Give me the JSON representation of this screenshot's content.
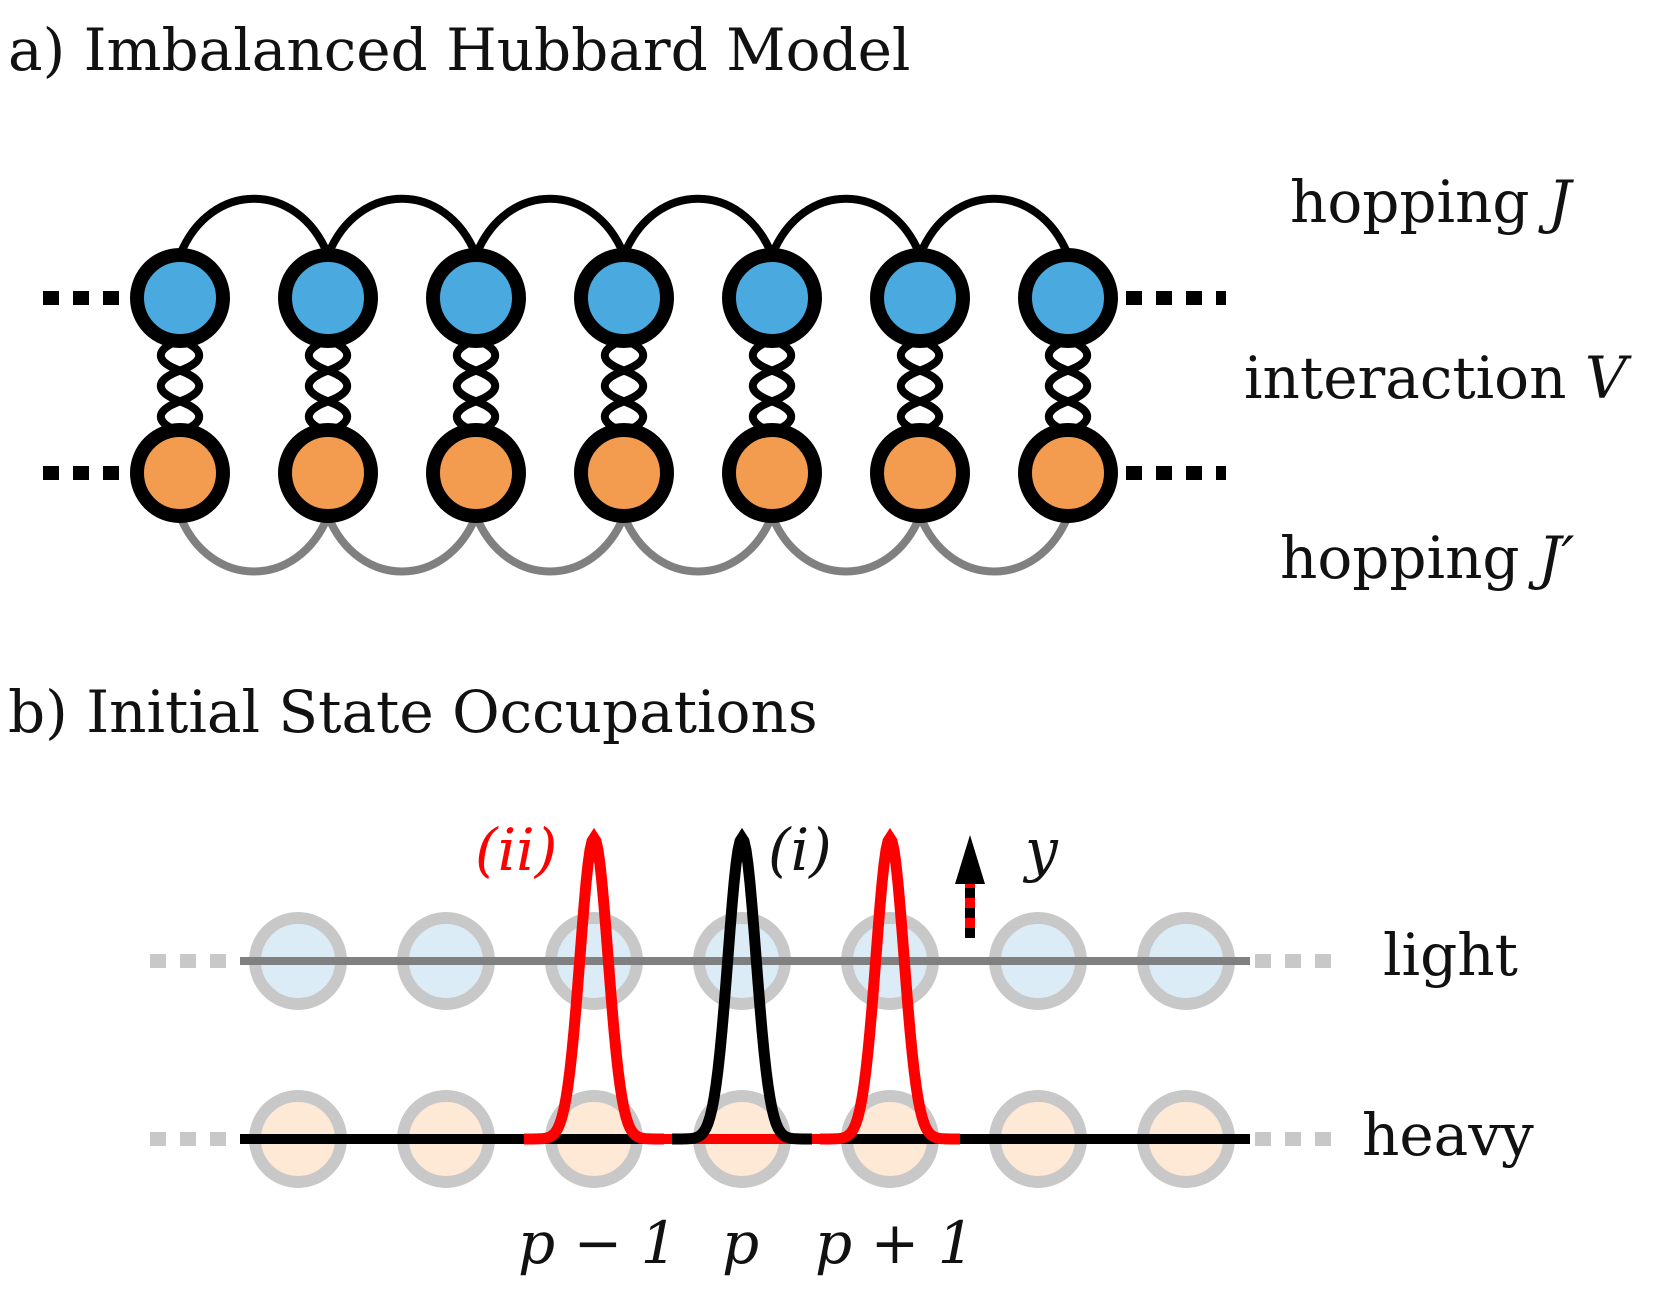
{
  "panel_a": {
    "title": "a) Imbalanced Hubbard Model",
    "hopping_j_label": "hopping",
    "hopping_j_symbol": "J",
    "interaction_label": "interaction",
    "interaction_symbol": "V",
    "hopping_jprime_label": "hopping",
    "hopping_jprime_symbol": "J′",
    "site_count": 7,
    "colors": {
      "light_site": "#4aa9de",
      "heavy_site": "#f39c4f",
      "outline": "#000000",
      "heavy_hopping": "#808080"
    }
  },
  "panel_b": {
    "title": "b) Initial State Occupations",
    "peak_ii_label": "(ii)",
    "peak_i_label": "(i)",
    "axis_label": "y",
    "light_label": "light",
    "heavy_label": "heavy",
    "site_labels": [
      "p − 1",
      "p",
      "p + 1"
    ],
    "colors": {
      "state_i": "#000000",
      "state_ii": "#ff0000",
      "light_faded": "#dcecf7",
      "heavy_faded": "#fde9d6",
      "ring_faded": "#c8c8c8",
      "light_line": "#808080"
    }
  }
}
